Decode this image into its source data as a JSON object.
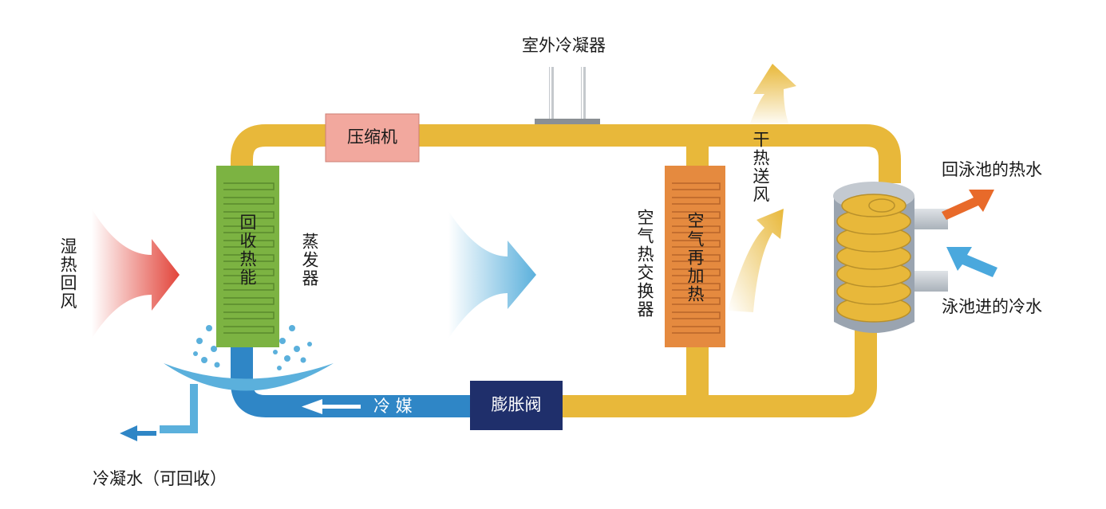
{
  "labels": {
    "outdoor_condenser": "室外冷凝器",
    "compressor": "压缩机",
    "humid_hot_return_air": "湿热回风",
    "heat_recovery": "回收热能",
    "evaporator": "蒸发器",
    "air_heat_exchanger": "空气热交换器",
    "air_reheat": "空气再加热",
    "dry_hot_supply_air": "干热送风",
    "pool_return_hot_water": "回泳池的热水",
    "pool_inlet_cold_water": "泳池进的冷水",
    "refrigerant": "冷 媒",
    "expansion_valve": "膨胀阀",
    "condensate": "冷凝水（可回收）"
  },
  "colors": {
    "pipe_hot": "#E8B83A",
    "pipe_cold": "#2F86C6",
    "compressor_box": "#F2A89E",
    "evaporator_box": "#7CB342",
    "reheat_box": "#E58A3F",
    "valve_box": "#1F2F6B",
    "hot_air": "#E2443A",
    "cool_air": "#5BB0DC",
    "hot_water": "#E86A2A",
    "cold_water": "#4AA8DD",
    "tank": "#9AA4B0"
  }
}
